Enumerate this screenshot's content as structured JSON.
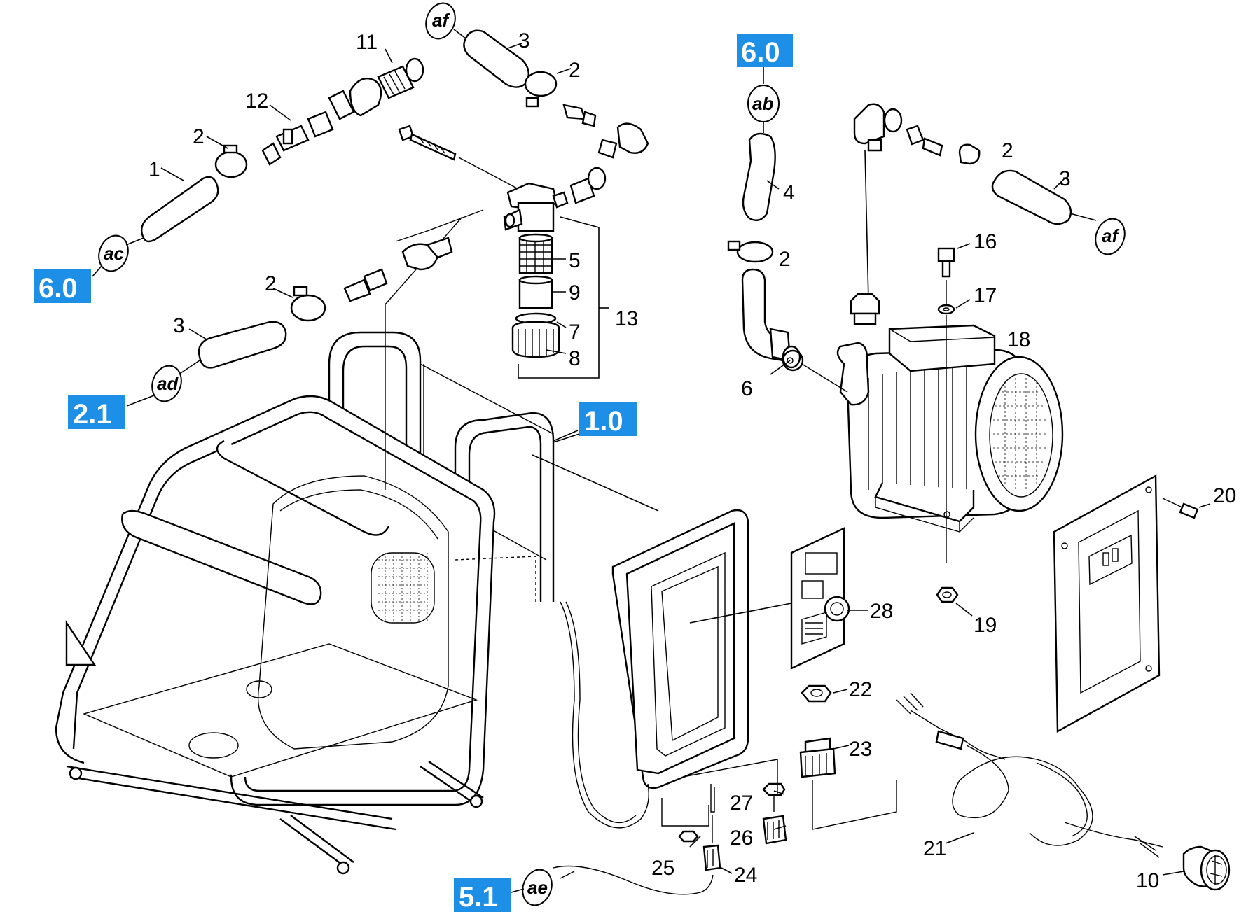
{
  "section_badges": {
    "top_mid": "6.0",
    "left_ac": "6.0",
    "left_ad": "2.1",
    "frame": "1.0",
    "bottom_ae": "5.1"
  },
  "badge_color": "#1e8fe6",
  "ref_tags": {
    "af_top": "af",
    "af_right": "af",
    "ab": "ab",
    "ac": "ac",
    "ad": "ad",
    "ae": "ae"
  },
  "part_numbers": {
    "p11": "11",
    "p3_top": "3",
    "p2_top": "2",
    "p12": "12",
    "p2_left": "2",
    "p1": "1",
    "p5": "5",
    "p9": "9",
    "p13": "13",
    "p7": "7",
    "p8": "8",
    "p2_mid": "2",
    "p3_left": "3",
    "p4": "4",
    "p2_hose": "2",
    "p6": "6",
    "p2_right": "2",
    "p3_right": "3",
    "p16": "16",
    "p17": "17",
    "p18": "18",
    "p20": "20",
    "p19": "19",
    "p28": "28",
    "p22": "22",
    "p23": "23",
    "p27": "27",
    "p26": "26",
    "p25": "25",
    "p24": "24",
    "p21": "21",
    "p10": "10"
  }
}
